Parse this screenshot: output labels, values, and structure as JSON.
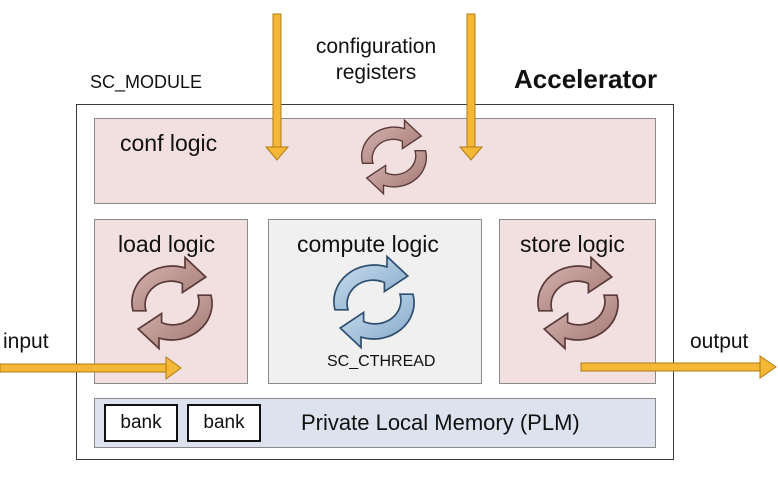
{
  "labels": {
    "config_registers_line1": "configuration",
    "config_registers_line2": "registers",
    "sc_module": "SC_MODULE",
    "accelerator": "Accelerator",
    "conf_logic": "conf logic",
    "load_logic": "load logic",
    "compute_logic": "compute logic",
    "store_logic": "store logic",
    "sc_cthread": "SC_CTHREAD",
    "input": "input",
    "output": "output",
    "bank_1": "bank",
    "bank_2": "bank",
    "plm": "Private Local Memory (PLM)"
  },
  "colors": {
    "arrow_orange": "#f4b836",
    "logic_pink": "#f2dfdf",
    "compute_gray": "#f0f0f0",
    "plm_blue": "#dde3ee",
    "cycle_brown": "#b88a86",
    "cycle_blue": "#a9c7df"
  },
  "icons": [
    "cycle-arrows-icon"
  ]
}
